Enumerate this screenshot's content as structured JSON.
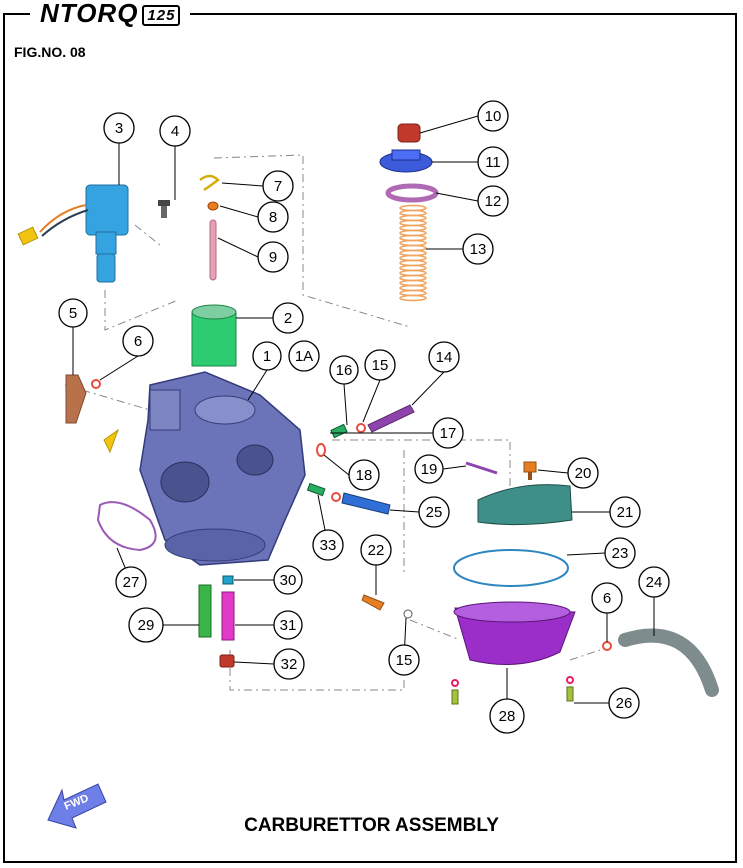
{
  "header": {
    "brand": "NTORQ",
    "brand_suffix": "125",
    "fig_no": "FIG.NO. 08"
  },
  "title": "CARBURETTOR ASSEMBLY",
  "fwd_label": "FWD",
  "callouts": [
    "1",
    "1A",
    "2",
    "3",
    "4",
    "5",
    "6",
    "7",
    "8",
    "9",
    "10",
    "11",
    "12",
    "13",
    "14",
    "15",
    "16",
    "17",
    "18",
    "19",
    "20",
    "21",
    "22",
    "23",
    "24",
    "25",
    "26",
    "27",
    "28",
    "29",
    "30",
    "31",
    "32",
    "33"
  ],
  "colors": {
    "carb_body": "#6b74b8",
    "choke": "#35a3e0",
    "float": "#2ecc71",
    "red_parts": "#c0392b",
    "purple": "#9b2dc9",
    "teal": "#3d8f87",
    "spring": "#f0a35e"
  }
}
